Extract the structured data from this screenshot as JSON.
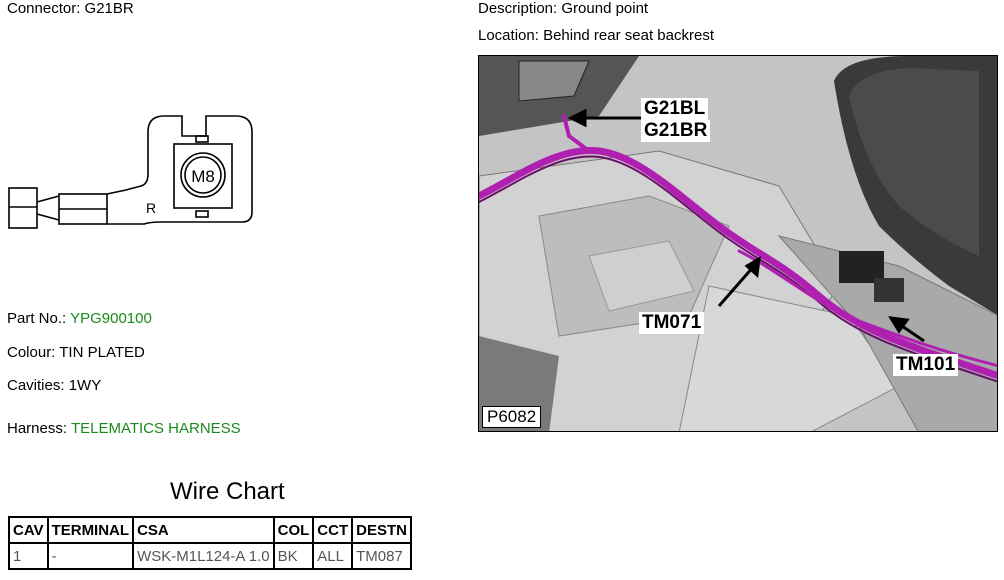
{
  "connector": {
    "label": "Connector:",
    "value": "G21BR"
  },
  "description": {
    "label": "Description:",
    "value": "Ground point"
  },
  "location": {
    "label": "Location:",
    "value": "Behind rear seat backrest"
  },
  "drawing": {
    "stud_label": "M8",
    "side_mark": "R"
  },
  "part_no": {
    "label": "Part No.:",
    "value": "YPG900100"
  },
  "colour": {
    "label": "Colour:",
    "value": "TIN PLATED"
  },
  "cavities": {
    "label": "Cavities:",
    "value": "1WY"
  },
  "harness": {
    "label": "Harness:",
    "value": "TELEMATICS HARNESS"
  },
  "wire_chart": {
    "title": "Wire Chart",
    "headers": [
      "CAV",
      "TERMINAL",
      "CSA",
      "COL",
      "CCT",
      "DESTN"
    ],
    "rows": [
      [
        "1",
        "-",
        "WSK-M1L124-A 1.0",
        "BK",
        "ALL",
        "TM087"
      ]
    ]
  },
  "photo": {
    "callouts": {
      "g21bl": "G21BL",
      "g21br": "G21BR",
      "tm071": "TM071",
      "tm101": "TM101"
    },
    "id": "P6082",
    "colors": {
      "harness": "#b020b0",
      "background": "#bfbfbf"
    }
  }
}
